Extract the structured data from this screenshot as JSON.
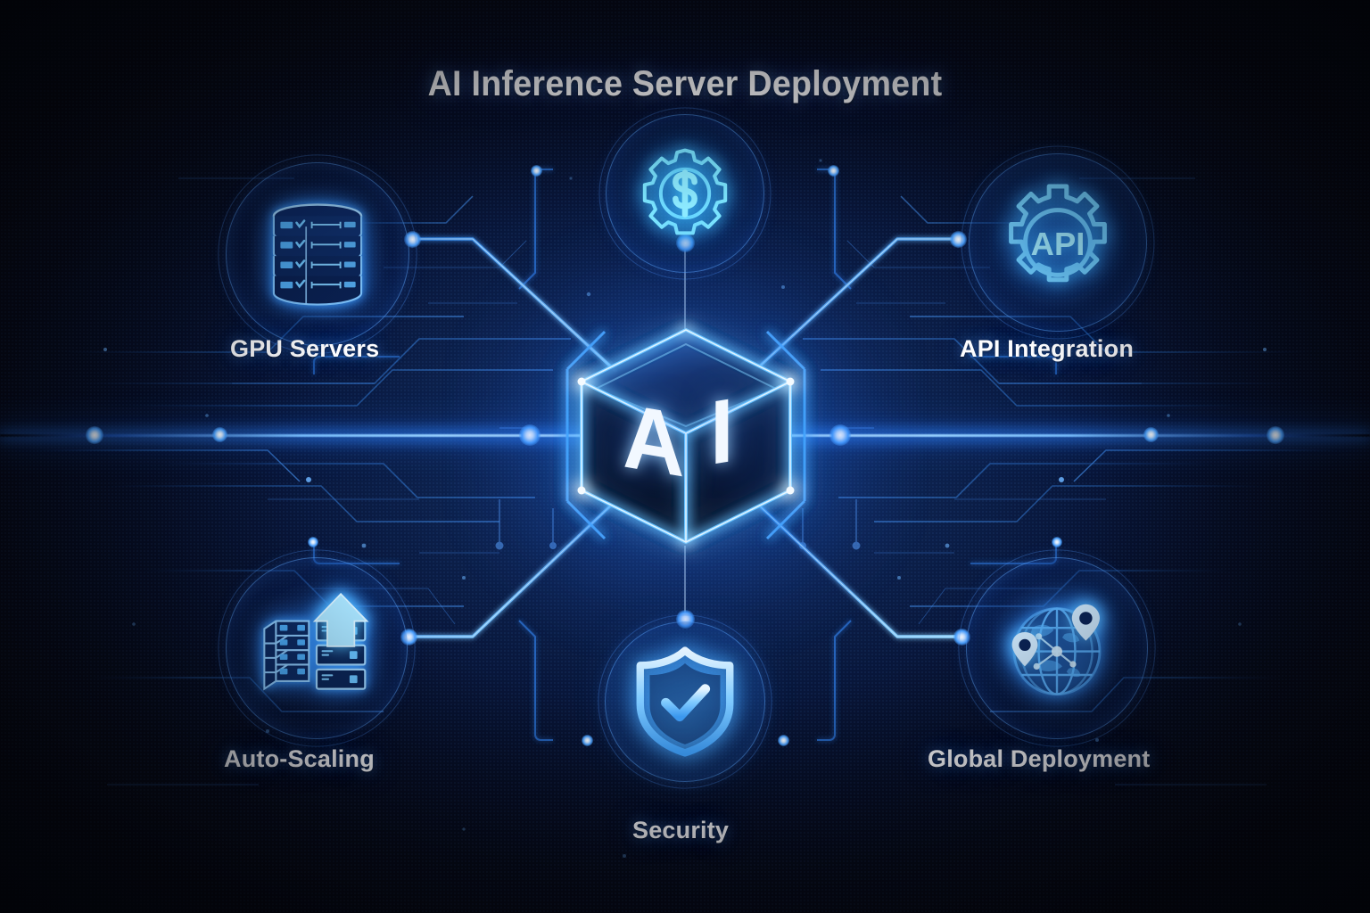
{
  "title": "AI Inference Server Deployment",
  "center": {
    "name": "ai-core-cube",
    "letters": [
      "A",
      "I"
    ],
    "glow_color": "#3a8cff"
  },
  "theme": {
    "background": "#060a18",
    "accent": "#3a8cff",
    "accent_bright": "#7fd4ff",
    "label_color": "#fdfdff",
    "line_color": "#2f7fe0"
  },
  "nodes": [
    {
      "id": "cost-optimization",
      "label": "",
      "icon": "dollar-gear-icon",
      "position": "top-center"
    },
    {
      "id": "gpu-servers",
      "label": "GPU Servers",
      "icon": "server-stack-icon",
      "position": "top-left"
    },
    {
      "id": "api-integration",
      "label": "API Integration",
      "icon": "api-gear-icon",
      "icon_text": "API",
      "position": "top-right"
    },
    {
      "id": "auto-scaling",
      "label": "Auto-Scaling",
      "icon": "scaling-arrow-icon",
      "position": "bottom-left"
    },
    {
      "id": "security",
      "label": "Security",
      "icon": "shield-check-icon",
      "position": "bottom-center"
    },
    {
      "id": "global-deployment",
      "label": "Global Deployment",
      "icon": "globe-pins-icon",
      "position": "bottom-right"
    }
  ]
}
